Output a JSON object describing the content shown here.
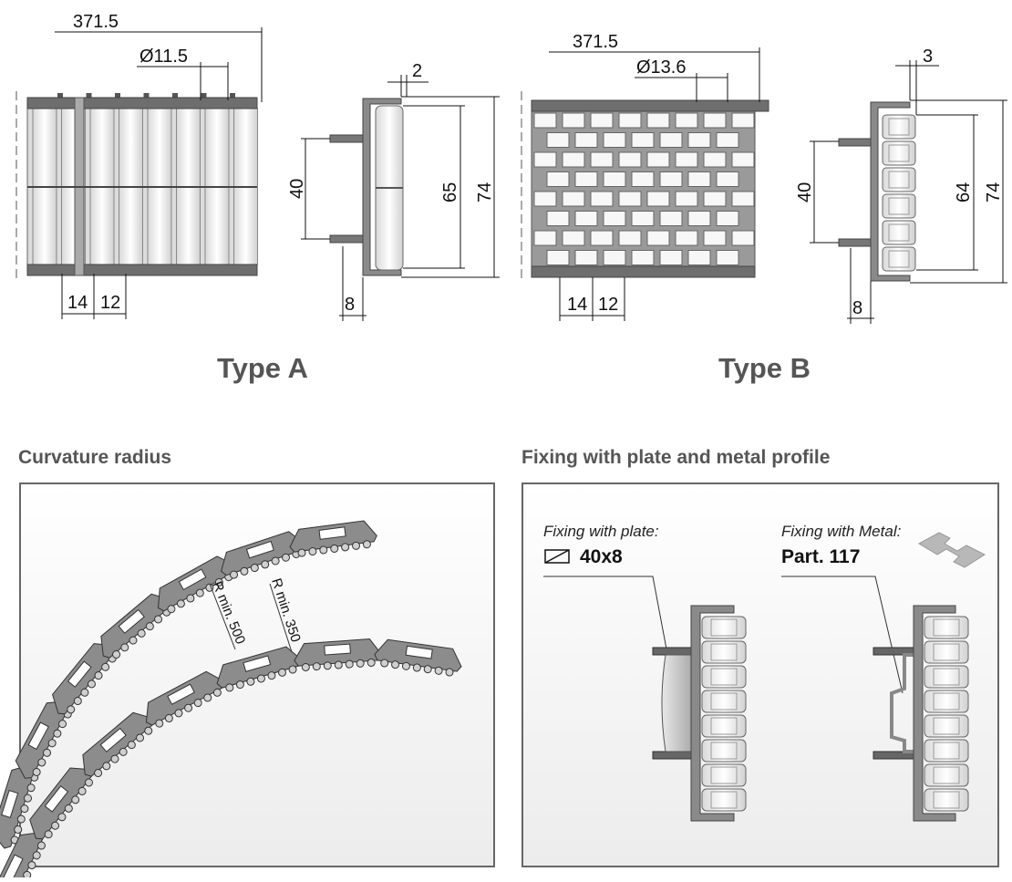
{
  "type_a": {
    "label": "Type A",
    "dims": {
      "width": "371.5",
      "diameter": "Ø11.5",
      "gap": "2",
      "pitch1": "14",
      "pitch2": "12",
      "height40": "40",
      "height65": "65",
      "height74": "74",
      "offset": "8"
    }
  },
  "type_b": {
    "label": "Type B",
    "dims": {
      "width": "371.5",
      "diameter": "Ø13.6",
      "gap": "3",
      "pitch1": "14",
      "pitch2": "12",
      "height40": "40",
      "height64": "64",
      "height74": "74",
      "offset": "8"
    }
  },
  "curvature": {
    "title": "Curvature radius",
    "r_inner": "R min. 500",
    "r_outer": "R min. 350"
  },
  "fixing": {
    "title": "Fixing with plate and metal profile",
    "plate_label": "Fixing with plate:",
    "plate_value": "40x8",
    "metal_label": "Fixing with Metal:",
    "metal_value": "Part. 117"
  },
  "colors": {
    "label_gray": "#555555",
    "frame_gray": "#777777",
    "roller": "#f2f2f2"
  }
}
